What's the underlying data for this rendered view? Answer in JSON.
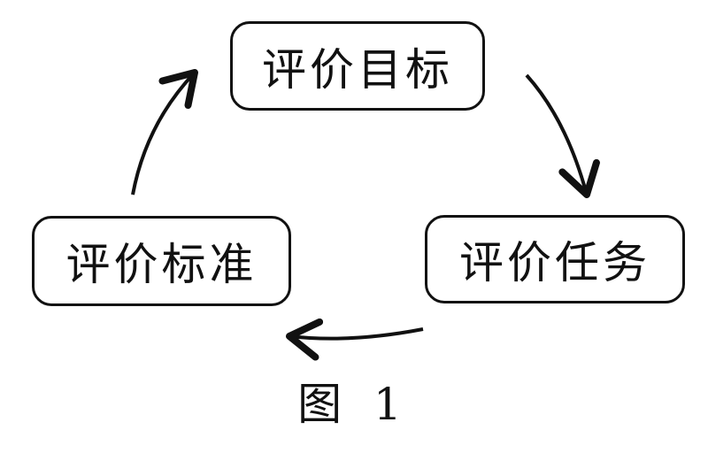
{
  "nodes": {
    "goal": "评价目标",
    "task": "评价任务",
    "standard": "评价标准"
  },
  "caption": "图 1",
  "colors": {
    "stroke": "#111111",
    "background": "#ffffff"
  }
}
